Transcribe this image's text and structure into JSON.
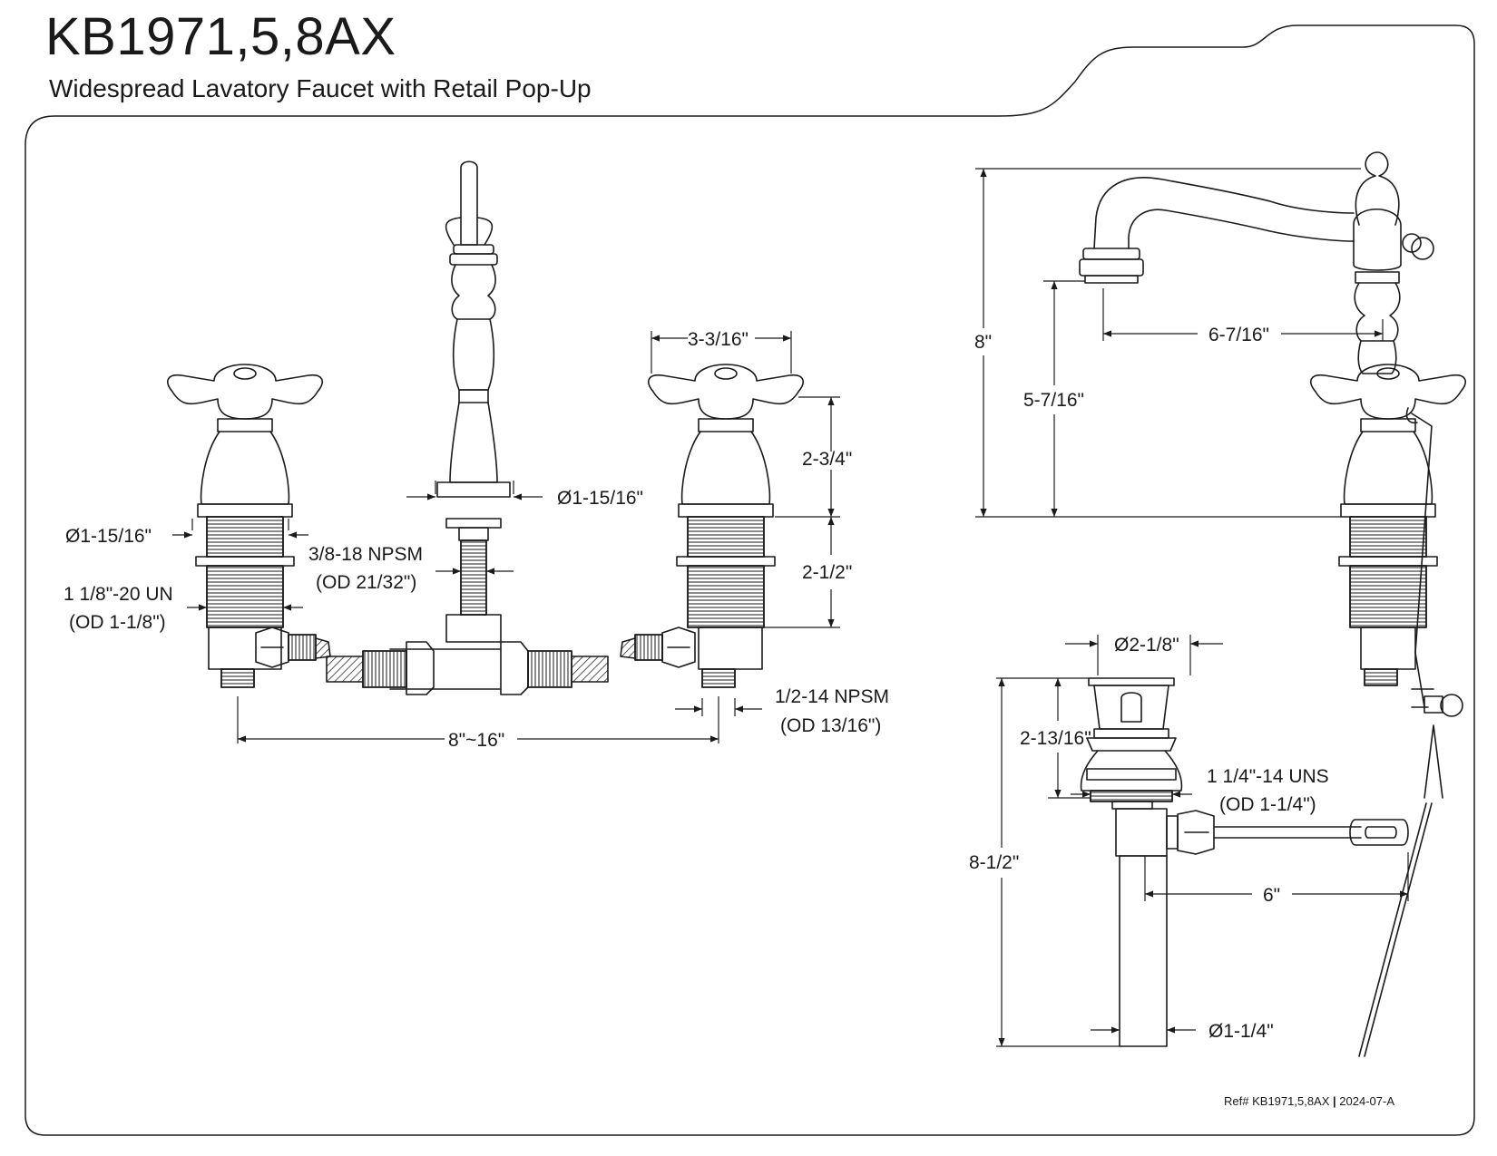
{
  "header": {
    "model": "KB1971,5,8AX",
    "description": "Widespread Lavatory Faucet with Retail Pop-Up"
  },
  "footer": {
    "ref": "Ref# KB1971,5,8AX",
    "separator": "|",
    "revision": "2024-07-A"
  },
  "front_view": {
    "handle_diameter": "Ø1-15/16\"",
    "handle_thread": "1 1/8\"-20 UN",
    "handle_thread_od": "(OD 1-1/8\")",
    "spout_diameter": "Ø1-15/16\"",
    "spout_thread": "3/8-18 NPSM",
    "spout_thread_od": "(OD 21/32\")",
    "handle_width": "3-3/16\"",
    "handle_height": "2-3/4\"",
    "shank_length": "2-1/2\"",
    "supply_thread": "1/2-14 NPSM",
    "supply_thread_od": "(OD 13/16\")",
    "spread": "8\"~16\""
  },
  "side_view": {
    "overall_height": "8\"",
    "spout_height": "5-7/16\"",
    "spout_reach": "6-7/16\""
  },
  "drain": {
    "flange_diameter": "Ø2-1/8\"",
    "flange_height": "2-13/16\"",
    "body_thread": "1 1/4\"-14 UNS",
    "body_thread_od": "(OD 1-1/4\")",
    "overall_length": "8-1/2\"",
    "rod_reach": "6\"",
    "tailpiece_diameter": "Ø1-1/4\""
  }
}
